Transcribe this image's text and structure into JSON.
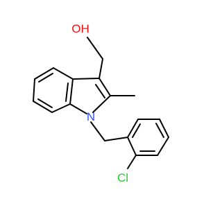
{
  "molecule": {
    "atoms": {
      "hydroxyl": {
        "label": "OH",
        "color": "#ff0d0d"
      },
      "nitrogen": {
        "label": "N",
        "color": "#3050f8"
      },
      "chlorine": {
        "label": "Cl",
        "color": "#1fd01f"
      }
    },
    "bond_color": "#000000"
  }
}
